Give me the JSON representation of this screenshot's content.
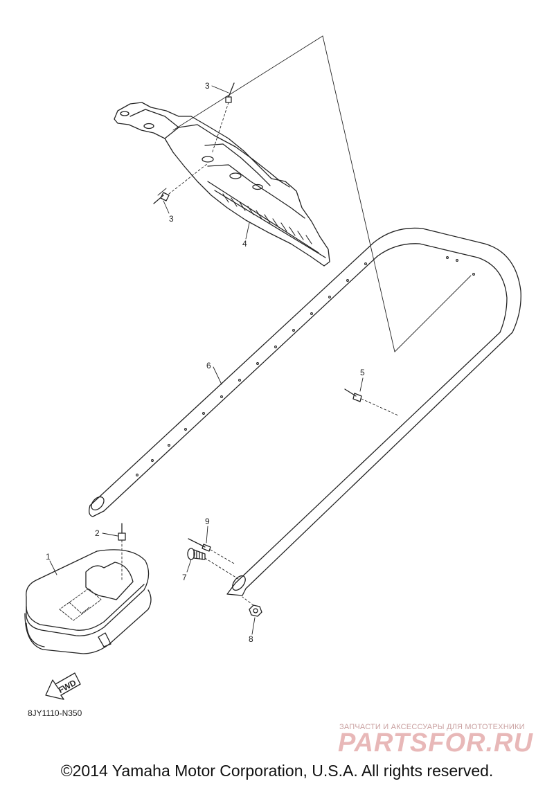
{
  "diagram": {
    "callouts": [
      {
        "id": "c1",
        "label": "1"
      },
      {
        "id": "c2",
        "label": "2"
      },
      {
        "id": "c3a",
        "label": "3"
      },
      {
        "id": "c3b",
        "label": "3"
      },
      {
        "id": "c4",
        "label": "4"
      },
      {
        "id": "c5",
        "label": "5"
      },
      {
        "id": "c6",
        "label": "6"
      },
      {
        "id": "c7",
        "label": "7"
      },
      {
        "id": "c8",
        "label": "8"
      },
      {
        "id": "c9",
        "label": "9"
      }
    ],
    "fwd_label": "FWD",
    "drawing_code": "8JY1110-N350"
  },
  "watermark": {
    "tagline": "ЗАПЧАСТИ И АКСЕССУАРЫ ДЛЯ МОТОТЕХНИКИ",
    "logo_text": "PARTSFOR.RU"
  },
  "footer": {
    "copyright": "©2014 Yamaha Motor Corporation, U.S.A. All rights reserved."
  },
  "colors": {
    "line": "#222222",
    "watermark": "#e8b8b8"
  }
}
